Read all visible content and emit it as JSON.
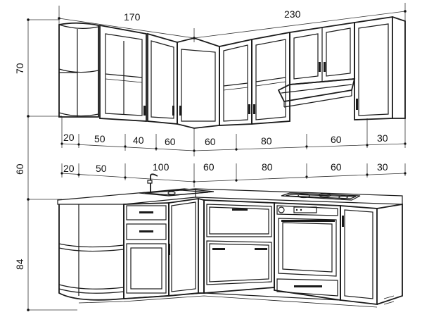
{
  "dimensions": {
    "top_left_width": "170",
    "top_right_width": "230",
    "upper_height": "70",
    "gap_height": "60",
    "lower_height": "84",
    "upper_row": [
      "20",
      "50",
      "40",
      "60",
      "60",
      "80",
      "60",
      "30"
    ],
    "lower_row": [
      "20",
      "50",
      "100",
      "60",
      "80",
      "60",
      "30"
    ]
  },
  "colors": {
    "line": "#1a1a1a",
    "background": "#ffffff"
  }
}
